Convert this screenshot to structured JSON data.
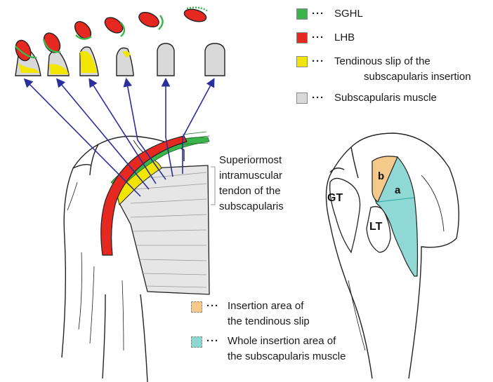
{
  "legend_top": [
    {
      "label": "SGHL",
      "color": "#3cb44b"
    },
    {
      "label": "LHB",
      "color": "#e52920"
    },
    {
      "label_line1": "Tendinous slip of the",
      "label_line2": "subscapularis insertion",
      "color": "#f2e600"
    },
    {
      "label": "Subscapularis muscle",
      "color": "#d9d9d9"
    }
  ],
  "dots": "···",
  "annotation": {
    "line1": "Superiormost",
    "line2": "intramuscular",
    "line3": "tendon of the",
    "line4": "subscapularis"
  },
  "right_labels": {
    "gt": "GT",
    "lt": "LT",
    "a": "a",
    "b": "b"
  },
  "legend_bottom": [
    {
      "line1": "Insertion area of",
      "line2": "the tendinous slip",
      "color": "#f5c98a"
    },
    {
      "line1": "Whole insertion area of",
      "line2": "the subscapularis muscle",
      "color": "#8fd8d4"
    }
  ],
  "colors": {
    "sghl": "#3cb44b",
    "lhb": "#e52920",
    "slip": "#f2e600",
    "muscle": "#d9d9d9",
    "arrow": "#2a2f9c",
    "area_b": "#f5c98a",
    "area_a": "#8fd8d4"
  }
}
